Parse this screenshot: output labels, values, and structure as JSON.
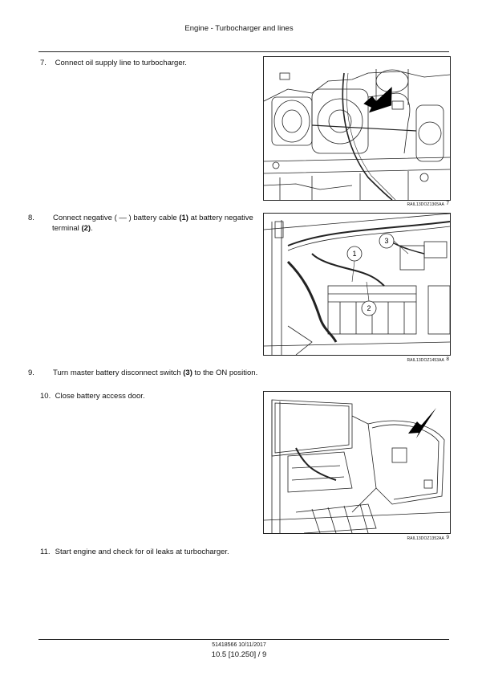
{
  "header": {
    "title": "Engine - Turbocharger and lines"
  },
  "steps": [
    {
      "num": "7.",
      "text": "Connect oil supply line to turbocharger."
    },
    {
      "num": "8.",
      "parts": [
        "Connect negative ( — ) battery cable ",
        "(1)",
        " at battery negative terminal ",
        "(2)",
        "."
      ]
    },
    {
      "num": "9.",
      "parts": [
        "Turn master battery disconnect switch ",
        "(3)",
        " to the ON position."
      ]
    },
    {
      "num": "10.",
      "text": "Close battery access door."
    },
    {
      "num": "11.",
      "text": "Start engine and check for oil leaks at turbocharger."
    }
  ],
  "figures": [
    {
      "id": "RAIL13DOZ1365AA",
      "number": "7"
    },
    {
      "id": "RAIL13DOZ1453AA",
      "number": "8",
      "callouts": [
        "1",
        "2",
        "3"
      ]
    },
    {
      "id": "RAIL13DOZ1352AA",
      "number": "9"
    }
  ],
  "footer": {
    "doc": "51418566 10/11/2017",
    "page": "10.5 [10.250] / 9"
  }
}
